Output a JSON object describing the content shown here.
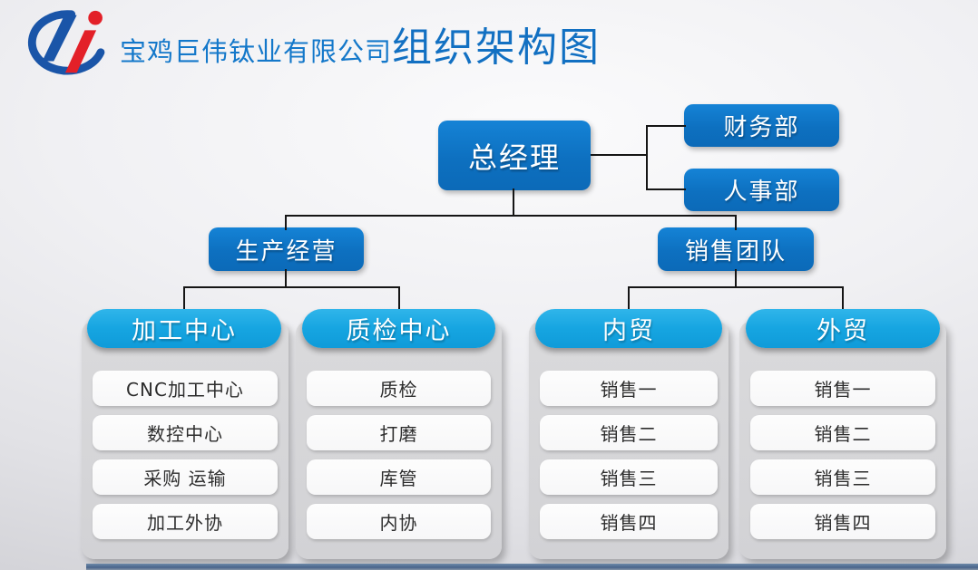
{
  "title_bar": {
    "company_name": "宝鸡巨伟钛业有限公司",
    "page_title": "组织架构图"
  },
  "logo": {
    "name": "juwei-titanium-ti-logo",
    "letters": "Ti",
    "blue": "#1a55a8",
    "red": "#e32028"
  },
  "colors": {
    "title_blue": "#1270c2",
    "node_blue": "#0d70c0",
    "pill_cyan": "#16a5e1",
    "column_grey": "#d6d6d8",
    "leaf_white": "#fcfcfc",
    "leaf_text": "#2d2d2d",
    "connector_black": "#151515",
    "bottom_bar_blue": "#49658b",
    "background_grey": "#e6e6ea"
  },
  "org_chart": {
    "root": {
      "label": "总经理"
    },
    "staff_nodes": [
      {
        "label": "财务部"
      },
      {
        "label": "人事部"
      }
    ],
    "branches": [
      {
        "label": "生产经营",
        "groups": [
          {
            "label": "加工中心",
            "items": [
              "CNC加工中心",
              "数控中心",
              "采购 运输",
              "加工外协"
            ]
          },
          {
            "label": "质检中心",
            "items": [
              "质检",
              "打磨",
              "库管",
              "内协"
            ]
          }
        ]
      },
      {
        "label": "销售团队",
        "groups": [
          {
            "label": "内贸",
            "items": [
              "销售一",
              "销售二",
              "销售三",
              "销售四"
            ]
          },
          {
            "label": "外贸",
            "items": [
              "销售一",
              "销售二",
              "销售三",
              "销售四"
            ]
          }
        ]
      }
    ]
  }
}
